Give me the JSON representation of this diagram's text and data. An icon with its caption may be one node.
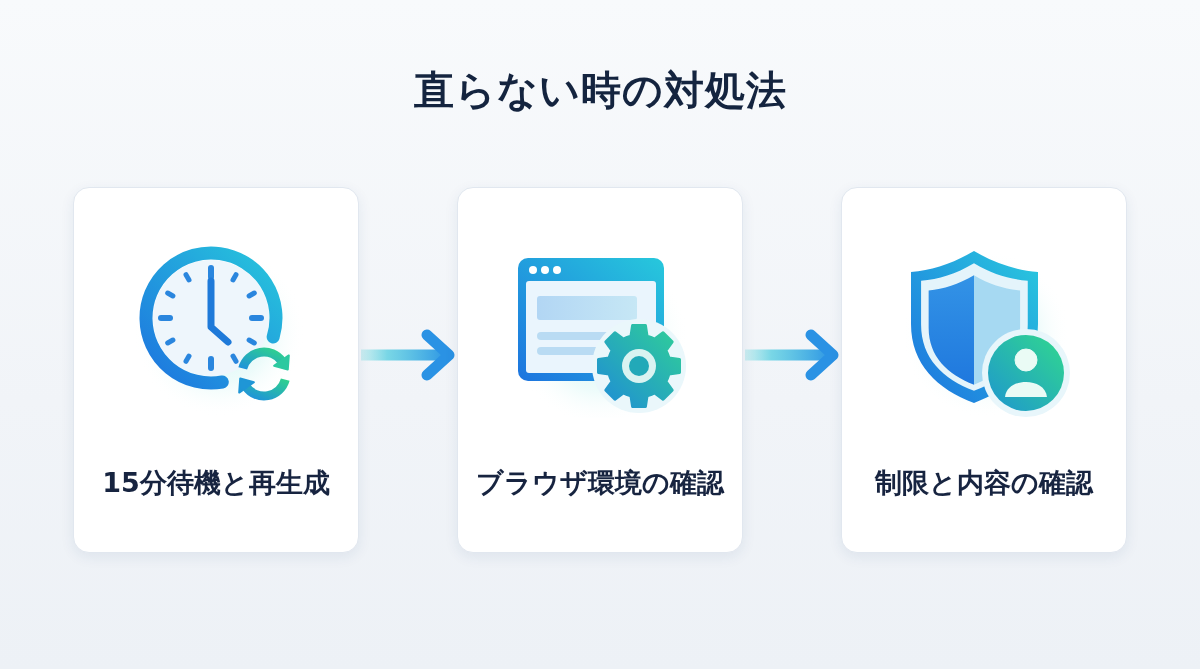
{
  "diagram": {
    "title": "直らない時の対処法",
    "nodes": [
      {
        "text": [
          "15分待機と再生成"
        ]
      },
      {
        "text": [
          "ブラウザ環境の確認"
        ]
      },
      {
        "text": [
          "制限と内容の確認"
        ]
      }
    ],
    "edges": [
      {
        "from": 0,
        "to": 1,
        "arrow": "to"
      },
      {
        "from": 1,
        "to": 2,
        "arrow": "to"
      }
    ]
  }
}
